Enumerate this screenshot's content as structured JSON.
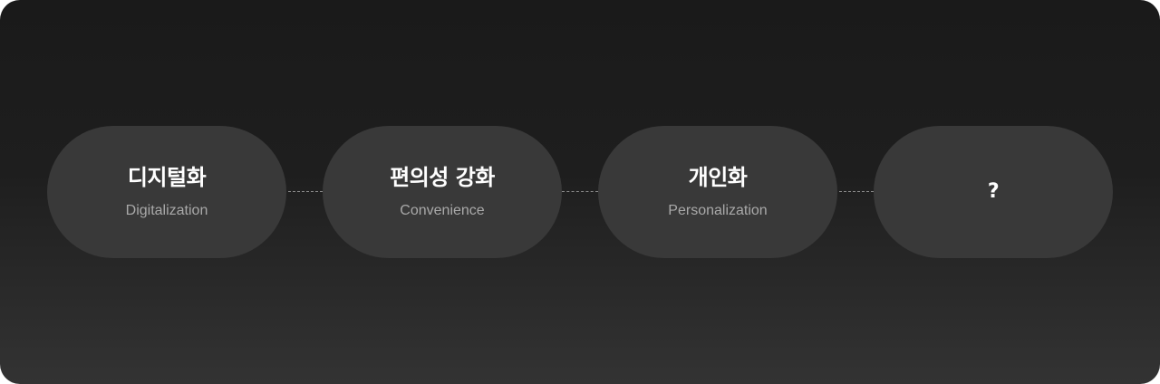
{
  "steps": [
    {
      "title": "디지털화",
      "subtitle": "Digitalization"
    },
    {
      "title": "편의성 강화",
      "subtitle": "Convenience"
    },
    {
      "title": "개인화",
      "subtitle": "Personalization"
    },
    {
      "title": "?",
      "subtitle": ""
    }
  ]
}
